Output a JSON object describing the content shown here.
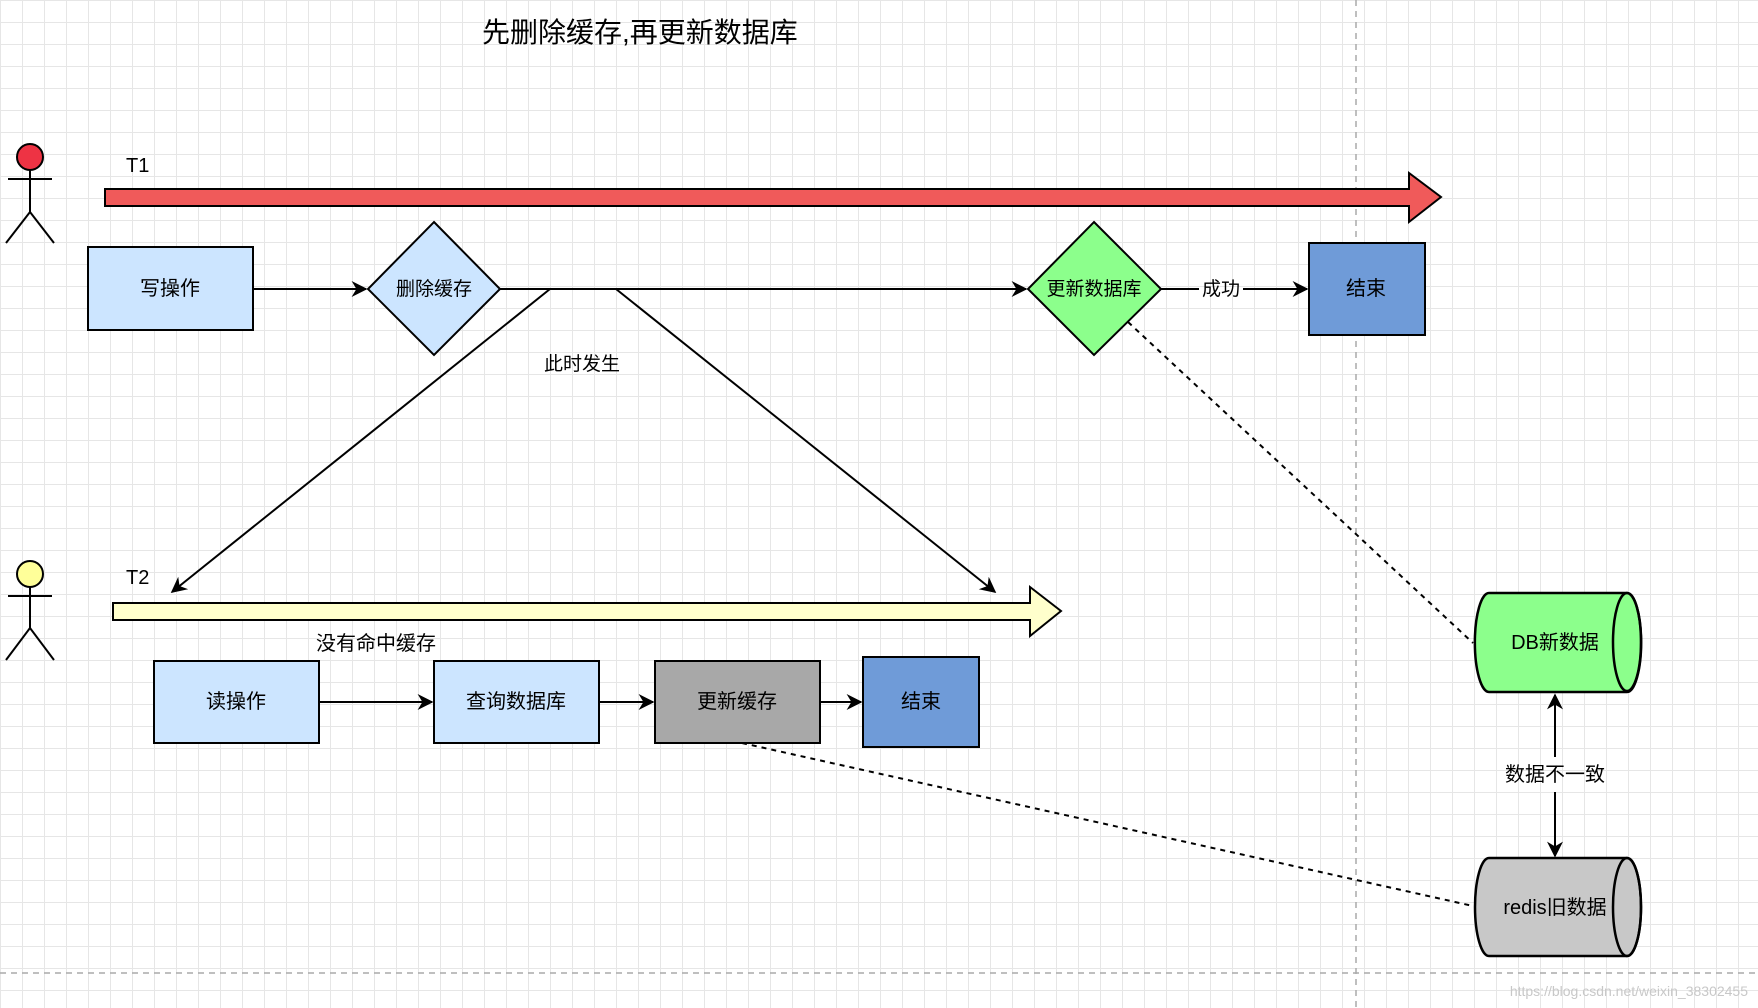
{
  "title": "先删除缓存,再更新数据库",
  "actors": [
    {
      "label": "T1",
      "head_color": "#ee3344"
    },
    {
      "label": "T2",
      "head_color": "#ffff99"
    }
  ],
  "t1_flow": {
    "write_op": "写操作",
    "delete_cache": "删除缓存",
    "update_db": "更新数据库",
    "success_label": "成功",
    "end": "结束"
  },
  "t2_flow": {
    "read_op": "读操作",
    "query_db": "查询数据库",
    "update_cache": "更新缓存",
    "end": "结束",
    "miss_label": "没有命中缓存"
  },
  "annotations": {
    "happens_now": "此时发生",
    "inconsistent": "数据不一致"
  },
  "stores": {
    "db": "DB新数据",
    "redis": "redis旧数据"
  },
  "watermark": "https://blog.csdn.net/weixin_38302455",
  "colors": {
    "t1_arrow": "#f05a5a",
    "t2_arrow": "#ffffcc",
    "light_blue": "#cce5ff",
    "green": "#8cff8c",
    "dark_blue": "#6f9bd8",
    "gray": "#a8a8a8",
    "redis_gray": "#c8c8c8"
  }
}
